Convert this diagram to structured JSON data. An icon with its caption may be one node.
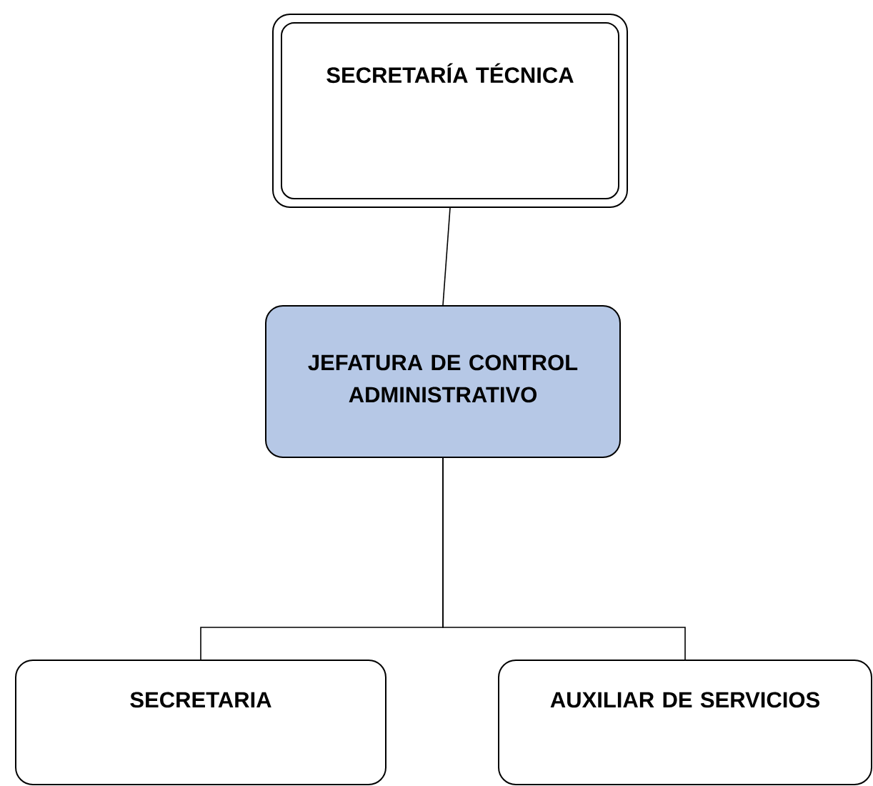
{
  "diagram": {
    "nodes": [
      {
        "text": [
          "SECRETARÍA TÉCNICA"
        ]
      },
      {
        "text": [
          "JEFATURA DE CONTROL ADMINISTRATIVO"
        ]
      },
      {
        "text": [
          "SECRETARIA"
        ]
      },
      {
        "text": [
          "AUXILIAR DE SERVICIOS"
        ]
      }
    ],
    "edges": [
      {
        "from": 0,
        "to": 1,
        "arrow": "none"
      },
      {
        "from": 1,
        "to": 2,
        "arrow": "none"
      },
      {
        "from": 1,
        "to": 3,
        "arrow": "none"
      }
    ]
  }
}
